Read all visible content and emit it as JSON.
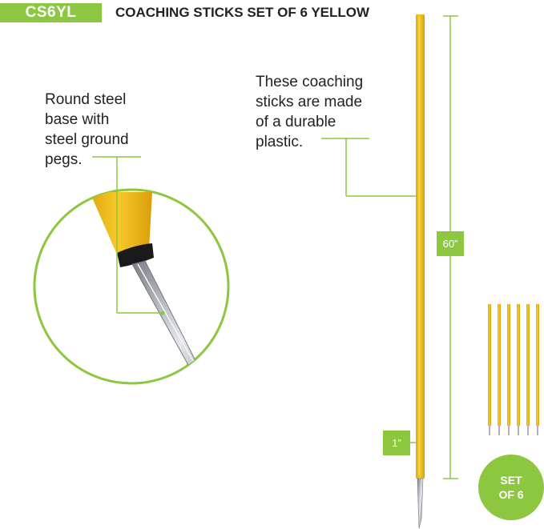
{
  "header": {
    "sku": "CS6YL",
    "title": "COACHING STICKS SET OF 6 YELLOW"
  },
  "callouts": {
    "base_lines": [
      "Round steel",
      "base with",
      "steel ground",
      "pegs."
    ],
    "plastic_lines": [
      "These coaching",
      "sticks are made",
      "of a durable",
      "plastic."
    ]
  },
  "measurements": {
    "height": "60”",
    "diameter": "1”"
  },
  "set_badge": {
    "line1": "SET",
    "line2": "OF 6"
  },
  "colors": {
    "accent": "#8dc63f",
    "stick": "#f5c21b"
  }
}
